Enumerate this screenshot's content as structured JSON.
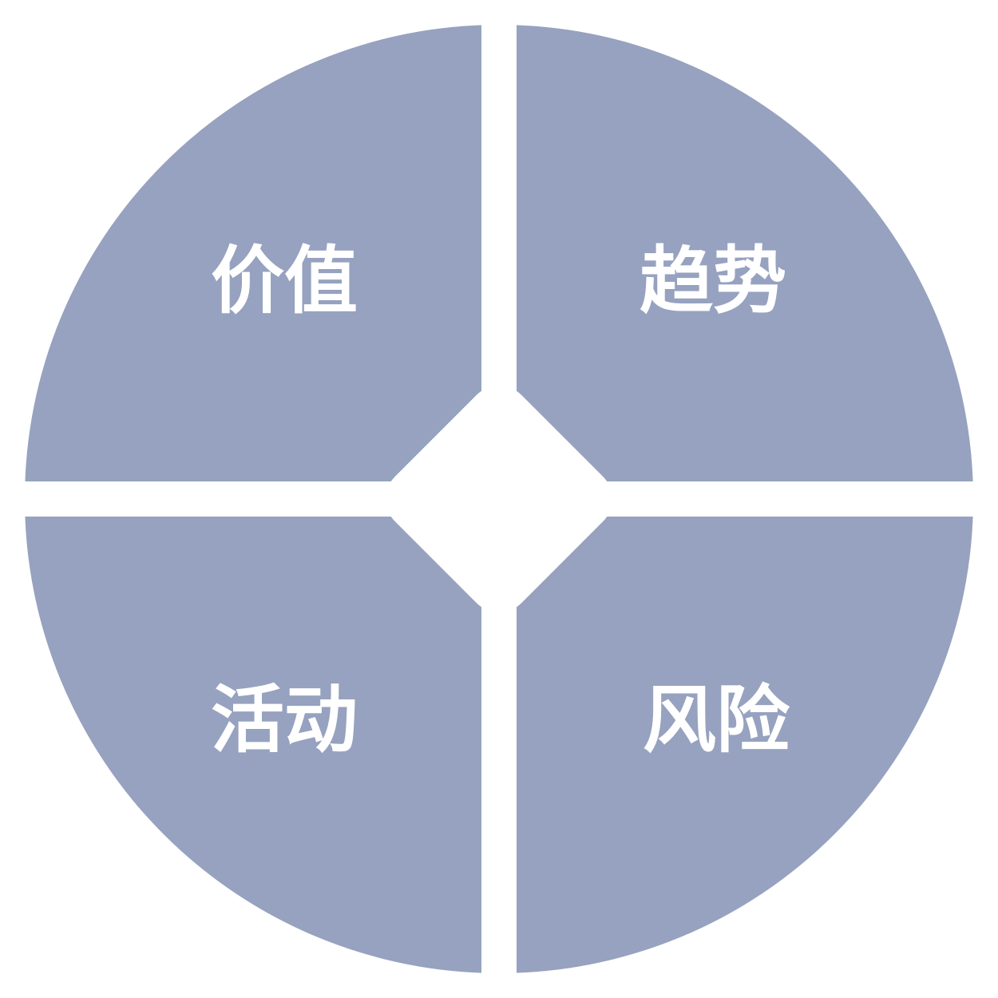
{
  "colors": {
    "segment_fill": "#96a2bf",
    "background": "#ffffff",
    "label_text": "#ffffff"
  },
  "quadrants": [
    {
      "position": "top-left",
      "label": "价值"
    },
    {
      "position": "top-right",
      "label": "趋势"
    },
    {
      "position": "bottom-left",
      "label": "活动"
    },
    {
      "position": "bottom-right",
      "label": "风险"
    }
  ]
}
